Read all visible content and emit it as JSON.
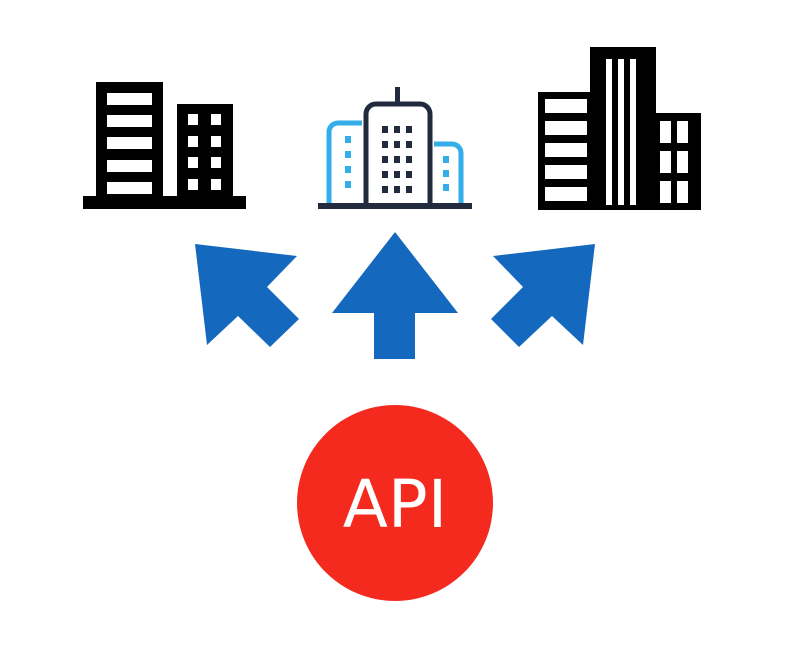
{
  "api_badge": {
    "label": "API",
    "color": "#f52a1f"
  },
  "arrows": {
    "color": "#1469be",
    "directions": [
      "up-left",
      "up",
      "up-right"
    ]
  },
  "buildings": [
    {
      "icon": "office-buildings-icon",
      "color": "#000000"
    },
    {
      "icon": "city-buildings-icon",
      "colors": [
        "#222a3e",
        "#34aee8"
      ]
    },
    {
      "icon": "skyscraper-buildings-icon",
      "color": "#000000"
    }
  ]
}
